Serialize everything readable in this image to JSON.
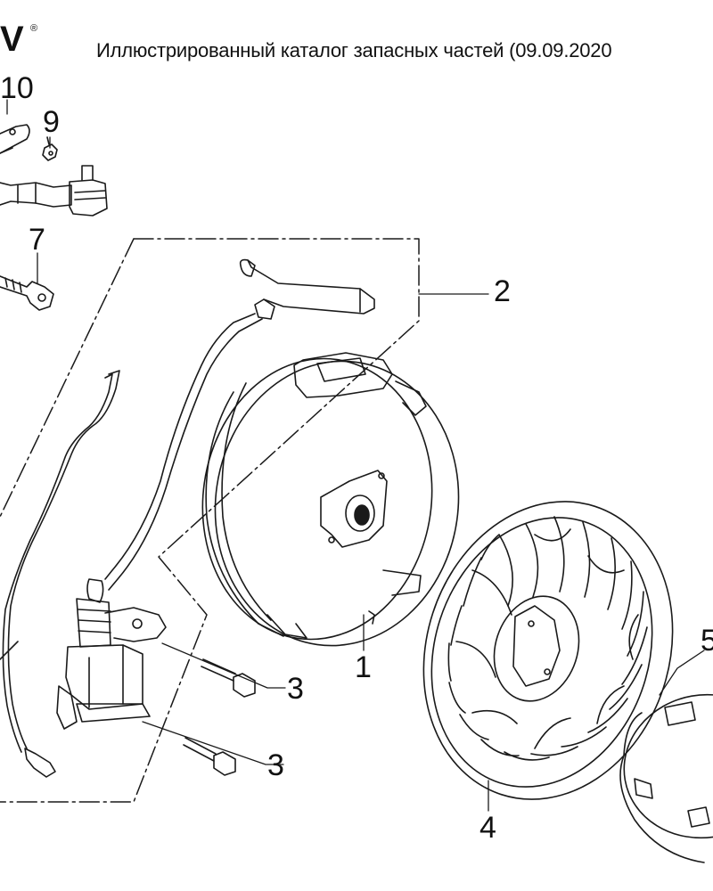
{
  "header": {
    "logo_text": "V",
    "logo_mark": "®",
    "title": "Иллюстрированный каталог запасных частей (09.09.2020"
  },
  "callouts": [
    {
      "id": "10",
      "label": "10"
    },
    {
      "id": "9",
      "label": "9"
    },
    {
      "id": "7",
      "label": "7"
    },
    {
      "id": "2",
      "label": "2"
    },
    {
      "id": "1",
      "label": "1"
    },
    {
      "id": "3a",
      "label": "3"
    },
    {
      "id": "3b",
      "label": "3"
    },
    {
      "id": "4",
      "label": "4"
    },
    {
      "id": "5",
      "label": "5"
    }
  ]
}
